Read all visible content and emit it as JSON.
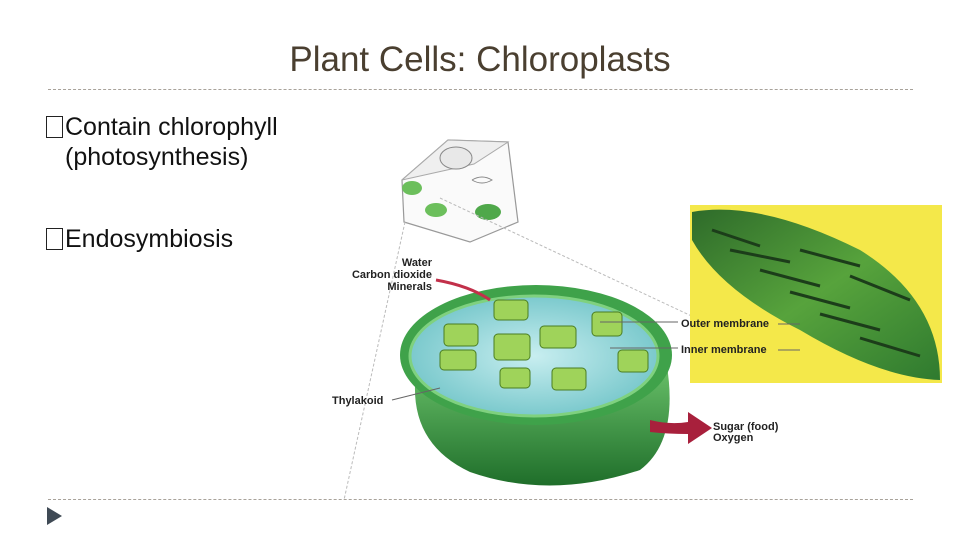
{
  "slide": {
    "title": "Plant Cells: Chloroplasts",
    "bullets": [
      {
        "line1": "Contain chlorophyll",
        "line2": "(photosynthesis)"
      },
      {
        "line1": "Endosymbiosis"
      }
    ]
  },
  "figure": {
    "inputs": [
      "Water",
      "Carbon dioxide",
      "Minerals"
    ],
    "outer_membrane": "Outer membrane",
    "inner_membrane": "Inner membrane",
    "thylakoid": "Thylakoid",
    "outputs": [
      "Sugar (food)",
      "Oxygen"
    ]
  },
  "colors": {
    "title": "#4a3f30",
    "chloroplast": "#3c9a3c",
    "arrow": "#a8203c",
    "micrograph_bg": "#f4e84a"
  },
  "icons": {
    "bullet": "hollow-square-icon",
    "nav": "play-triangle-icon"
  }
}
